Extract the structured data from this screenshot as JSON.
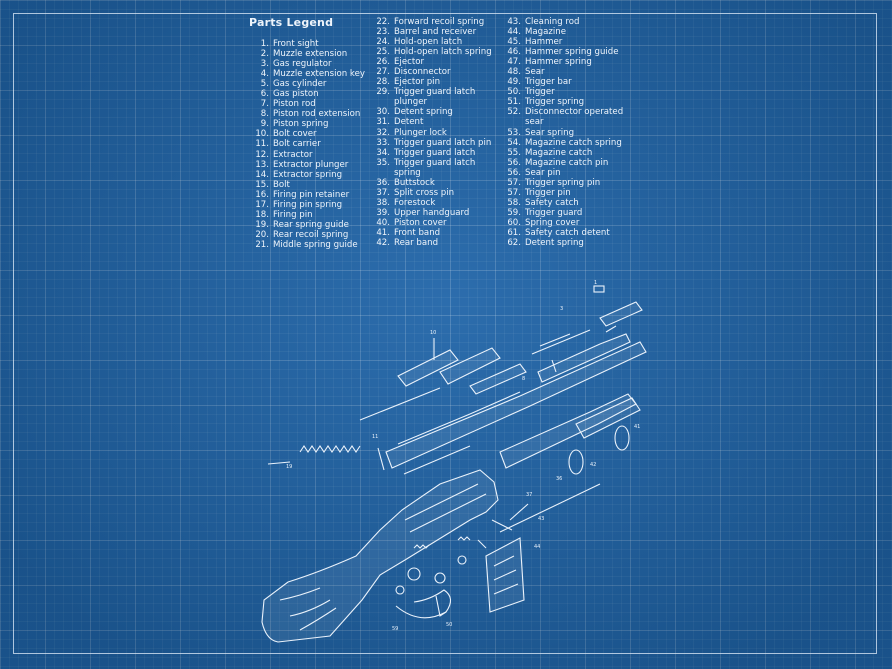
{
  "legend": {
    "title": "Parts Legend",
    "columns": [
      [
        {
          "n": "1.",
          "t": "Front sight"
        },
        {
          "n": "2.",
          "t": "Muzzle extension"
        },
        {
          "n": "3.",
          "t": "Gas regulator"
        },
        {
          "n": "4.",
          "t": "Muzzle extension key"
        },
        {
          "n": "5.",
          "t": "Gas cylinder"
        },
        {
          "n": "6.",
          "t": "Gas piston"
        },
        {
          "n": "7.",
          "t": "Piston rod"
        },
        {
          "n": "8.",
          "t": "Piston rod extension"
        },
        {
          "n": "9.",
          "t": "Piston spring"
        },
        {
          "n": "10.",
          "t": "Bolt cover"
        },
        {
          "n": "11.",
          "t": "Bolt carrier"
        },
        {
          "n": "12.",
          "t": "Extractor"
        },
        {
          "n": "13.",
          "t": "Extractor plunger"
        },
        {
          "n": "14.",
          "t": "Extractor spring"
        },
        {
          "n": "15.",
          "t": "Bolt"
        },
        {
          "n": "16.",
          "t": "Firing pin retainer"
        },
        {
          "n": "17.",
          "t": "Firing pin spring"
        },
        {
          "n": "18.",
          "t": "Firing pin"
        },
        {
          "n": "19.",
          "t": "Rear spring guide"
        },
        {
          "n": "20.",
          "t": "Rear recoil spring"
        },
        {
          "n": "21.",
          "t": "Middle spring guide"
        }
      ],
      [
        {
          "n": "22.",
          "t": "Forward recoil spring"
        },
        {
          "n": "23.",
          "t": "Barrel and receiver"
        },
        {
          "n": "24.",
          "t": "Hold-open latch"
        },
        {
          "n": "25.",
          "t": "Hold-open latch spring"
        },
        {
          "n": "26.",
          "t": "Ejector"
        },
        {
          "n": "27.",
          "t": "Disconnector"
        },
        {
          "n": "28.",
          "t": "Ejector pin"
        },
        {
          "n": "29.",
          "t": "Trigger guard latch plunger"
        },
        {
          "n": "30.",
          "t": "Detent spring"
        },
        {
          "n": "31.",
          "t": "Detent"
        },
        {
          "n": "32.",
          "t": "Plunger lock"
        },
        {
          "n": "33.",
          "t": "Trigger guard latch pin"
        },
        {
          "n": "34.",
          "t": "Trigger guard latch"
        },
        {
          "n": "35.",
          "t": "Trigger guard latch spring"
        },
        {
          "n": "36.",
          "t": "Buttstock"
        },
        {
          "n": "37.",
          "t": "Split cross pin"
        },
        {
          "n": "38.",
          "t": "Forestock"
        },
        {
          "n": "39.",
          "t": "Upper handguard"
        },
        {
          "n": "40.",
          "t": "Piston cover"
        },
        {
          "n": "41.",
          "t": "Front band"
        },
        {
          "n": "42.",
          "t": "Rear band"
        }
      ],
      [
        {
          "n": "43.",
          "t": "Cleaning rod"
        },
        {
          "n": "44.",
          "t": "Magazine"
        },
        {
          "n": "45.",
          "t": "Hammer"
        },
        {
          "n": "46.",
          "t": "Hammer spring guide"
        },
        {
          "n": "47.",
          "t": "Hammer spring"
        },
        {
          "n": "48.",
          "t": "Sear"
        },
        {
          "n": "49.",
          "t": "Trigger bar"
        },
        {
          "n": "50.",
          "t": "Trigger"
        },
        {
          "n": "51.",
          "t": "Trigger spring"
        },
        {
          "n": "52.",
          "t": "Disconnector operated sear"
        },
        {
          "n": "53.",
          "t": "Sear spring"
        },
        {
          "n": "54.",
          "t": "Magazine catch spring"
        },
        {
          "n": "55.",
          "t": "Magazine catch"
        },
        {
          "n": "56.",
          "t": "Magazine catch pin"
        },
        {
          "n": "56.",
          "t": "Sear pin"
        },
        {
          "n": "57.",
          "t": "Trigger spring pin"
        },
        {
          "n": "57.",
          "t": "Trigger pin"
        },
        {
          "n": "58.",
          "t": "Safety catch"
        },
        {
          "n": "59.",
          "t": "Trigger guard"
        },
        {
          "n": "60.",
          "t": "Spring cover"
        },
        {
          "n": "61.",
          "t": "Safety catch detent"
        },
        {
          "n": "62.",
          "t": "Detent spring"
        }
      ]
    ]
  },
  "colors": {
    "background": "#1f64a8",
    "ink": "#eaf2fb"
  }
}
